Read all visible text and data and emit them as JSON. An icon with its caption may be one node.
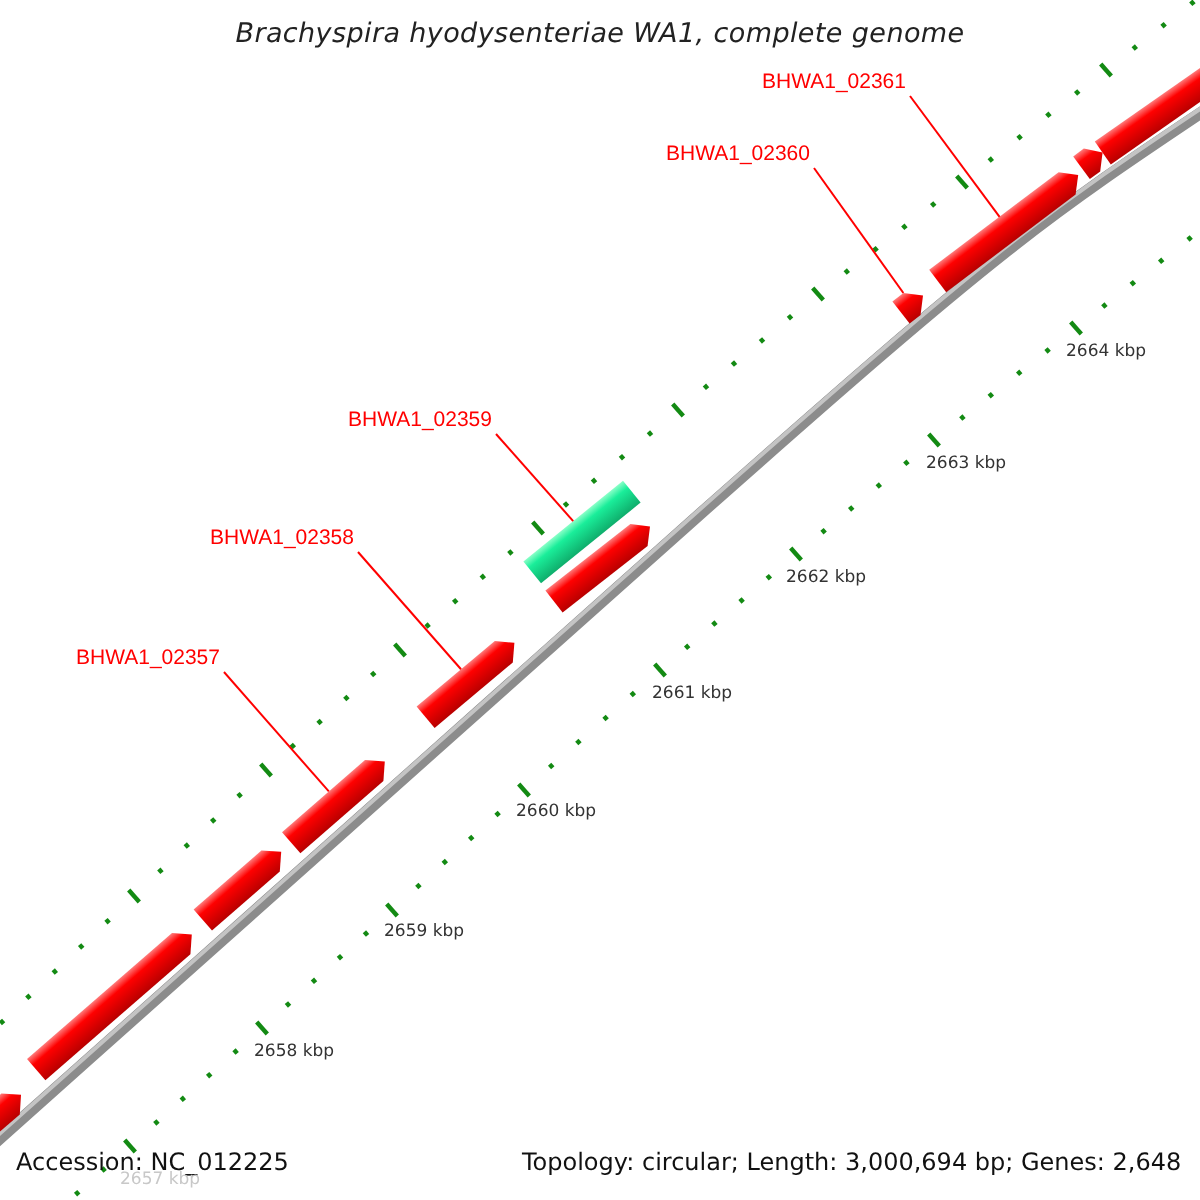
{
  "diagram": {
    "title": "Brachyspira hyodysenteriae WA1, complete genome",
    "nodes": [
      {
        "text": [],
        "shape": "pentagon"
      },
      {
        "text": [],
        "shape": "pentagon"
      },
      {
        "text": [],
        "shape": "pentagon"
      },
      {
        "text": [],
        "shape": "pentagon"
      },
      {
        "text": [],
        "shape": "pentagon"
      },
      {
        "text": [],
        "shape": "bar"
      },
      {
        "text": [],
        "shape": "pentagon"
      },
      {
        "text": [],
        "shape": "pentagon"
      },
      {
        "text": [],
        "shape": "pentagon"
      },
      {
        "text": [],
        "shape": "pentagon"
      },
      {
        "text": [],
        "shape": "pentagon"
      },
      {
        "text": [
          "BHWA1_02361"
        ]
      },
      {
        "text": [
          "BHWA1_02360"
        ]
      },
      {
        "text": [
          "BHWA1_02359"
        ]
      },
      {
        "text": [
          "BHWA1_02358"
        ]
      },
      {
        "text": [
          "BHWA1_02357"
        ]
      }
    ],
    "edges": [
      {
        "from": 11,
        "to": 8,
        "arrow": "none"
      },
      {
        "from": 12,
        "to": 7,
        "arrow": "none"
      },
      {
        "from": 13,
        "to": 5,
        "arrow": "none"
      },
      {
        "from": 14,
        "to": 4,
        "arrow": "none"
      },
      {
        "from": 15,
        "to": 3,
        "arrow": "none"
      }
    ],
    "labels": [
      "2664 kbp",
      "2663 kbp",
      "2662 kbp",
      "2661 kbp",
      "2660 kbp",
      "2659 kbp",
      "2658 kbp",
      "Accession: NC_012225",
      "Topology: circular; Length: 3,000,694 bp; Genes: 2,648",
      "2657 kbp"
    ]
  }
}
